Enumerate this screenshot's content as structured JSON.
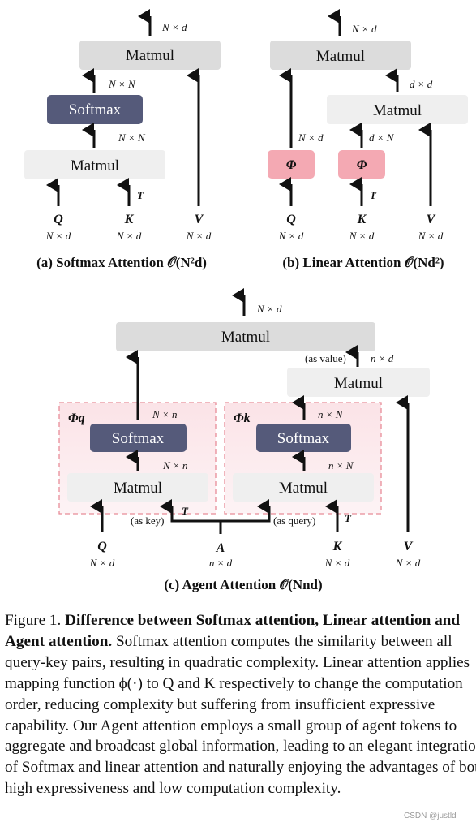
{
  "panel_a": {
    "title": "(a) Softmax Attention 𝒪(N²d)",
    "matmul_top": "Matmul",
    "softmax": "Softmax",
    "matmul_bottom": "Matmul",
    "out_dim": "N × d",
    "mid_dim": "N × N",
    "low_dim": "N × N",
    "transpose": "T",
    "inputs": [
      {
        "sym": "Q",
        "dim": "N × d"
      },
      {
        "sym": "K",
        "dim": "N × d"
      },
      {
        "sym": "V",
        "dim": "N × d"
      }
    ]
  },
  "panel_b": {
    "title": "(b) Linear Attention 𝒪(Nd²)",
    "matmul_top": "Matmul",
    "matmul_mid": "Matmul",
    "phi_q": "Φ",
    "phi_k": "Φ",
    "out_dim": "N × d",
    "mid_dim": "d × d",
    "q_dim": "N × d",
    "k_dim": "d × N",
    "transpose": "T",
    "inputs": [
      {
        "sym": "Q",
        "dim": "N × d"
      },
      {
        "sym": "K",
        "dim": "N × d"
      },
      {
        "sym": "V",
        "dim": "N × d"
      }
    ]
  },
  "panel_c": {
    "title": "(c) Agent Attention 𝒪(Nnd)",
    "matmul_top": "Matmul",
    "matmul_right": "Matmul",
    "out_dim": "N × d",
    "as_value": "(as value)",
    "value_dim": "n × d",
    "phi_q": "Φq",
    "phi_k": "Φk",
    "left_softmax": "Softmax",
    "left_matmul": "Matmul",
    "left_out_dim": "N × n",
    "left_mid_dim": "N × n",
    "right_softmax": "Softmax",
    "right_matmul": "Matmul",
    "right_out_dim": "n × N",
    "right_mid_dim": "n × N",
    "as_key": "(as key)",
    "as_query": "(as query)",
    "transpose_left": "T",
    "transpose_right": "T",
    "inputs": [
      {
        "sym": "Q",
        "dim": "N × d"
      },
      {
        "sym": "A",
        "dim": "n × d"
      },
      {
        "sym": "K",
        "dim": "N × d"
      },
      {
        "sym": "V",
        "dim": "N × d"
      }
    ]
  },
  "caption": {
    "label": "Figure 1.",
    "bold": "Difference between Softmax attention, Linear attention and Agent attention.",
    "text": "Softmax attention computes the similarity between all query-key pairs, resulting in quadratic complexity. Linear attention applies mapping function ϕ(·) to Q and K respectively to change the computation order, reducing complexity but suffering from insufficient expressive capability. Our Agent attention employs a small group of agent tokens to aggregate and broadcast global information, leading to an elegant integration of Softmax and linear attention and naturally enjoying the advantages of both high expressiveness and low computation complexity."
  },
  "watermark": "CSDN @justld",
  "colors": {
    "matmul_dark": "#dcdcdc",
    "matmul_light": "#efefef",
    "softmax": "#555a7a",
    "phi": "#f4a9b3",
    "agent_region": "#fbe0e4",
    "agent_border": "#e88c98"
  }
}
